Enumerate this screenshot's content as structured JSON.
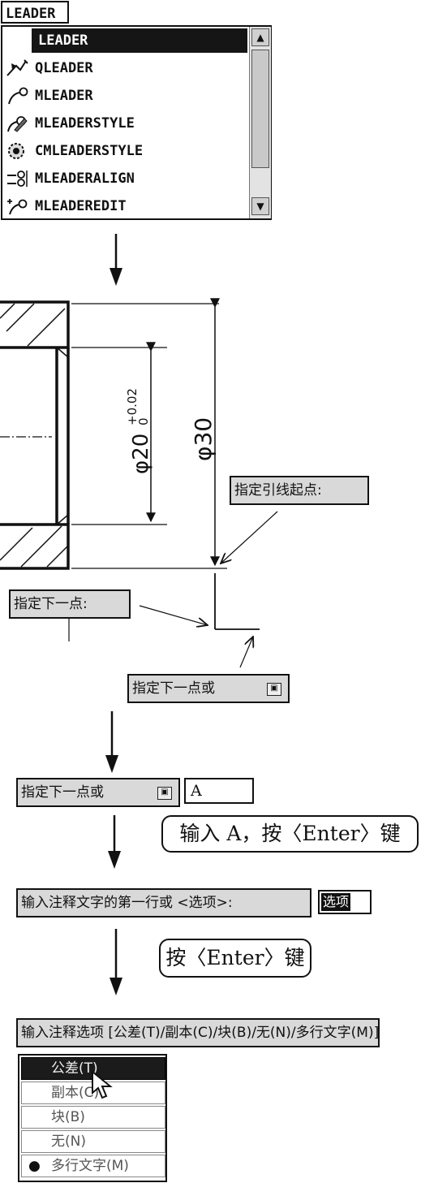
{
  "command_input": {
    "value": "LEADER"
  },
  "autocomplete": {
    "items": [
      {
        "label": "LEADER",
        "icon": "none"
      },
      {
        "label": "QLEADER",
        "icon": "qleader-icon"
      },
      {
        "label": "MLEADER",
        "icon": "mleader-icon"
      },
      {
        "label": "MLEADERSTYLE",
        "icon": "mleaderstyle-icon"
      },
      {
        "label": "CMLEADERSTYLE",
        "icon": "cmleaderstyle-icon"
      },
      {
        "label": "MLEADERALIGN",
        "icon": "mleaderalign-icon"
      },
      {
        "label": "MLEADEREDIT",
        "icon": "mleaderedit-icon"
      }
    ],
    "selected_index": 0,
    "scroll_up": "▲",
    "scroll_down": "▼"
  },
  "drawing": {
    "dim_inner": "φ20",
    "dim_inner_tol_upper": "+0.02",
    "dim_inner_tol_lower": "0",
    "dim_outer": "φ30"
  },
  "prompts": {
    "leader_start": "指定引线起点:",
    "next_point": "指定下一点:",
    "next_point_or": "指定下一点或",
    "next_point_or_2": "指定下一点或",
    "input_value": "A",
    "annotation_text": "输入注释文字的第一行或 <选项>:",
    "annotation_value": "选项",
    "annotation_options": "输入注释选项 [公差(T)/副本(C)/块(B)/无(N)/多行文字(M)]"
  },
  "callouts": {
    "enter_a": "输入 A，按〈Enter〉键",
    "press_enter": "按〈Enter〉键"
  },
  "options_menu": {
    "items": [
      {
        "label": "公差(T)"
      },
      {
        "label": "副本(C)"
      },
      {
        "label": "块(B)"
      },
      {
        "label": "无(N)"
      },
      {
        "label": "多行文字(M)"
      }
    ],
    "selected_index": 0,
    "checked_index": 4,
    "bullet": "●"
  },
  "colors": {
    "highlight": "#151515",
    "prompt_bg": "#d9d9d9"
  }
}
